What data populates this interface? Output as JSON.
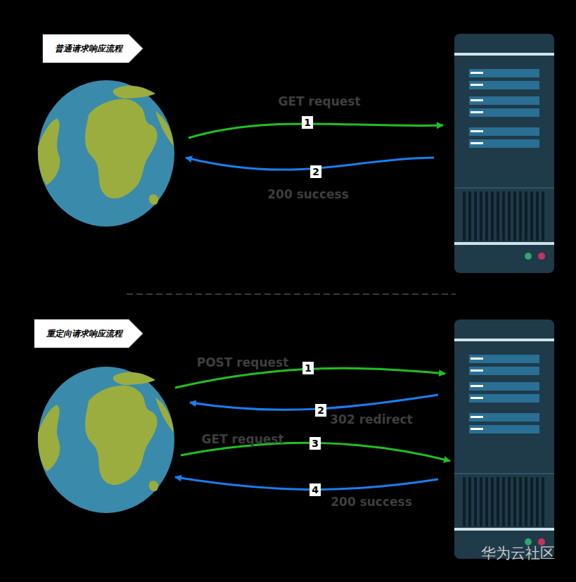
{
  "diagram": {
    "nodes": [
      {
        "text": [
          "普通请求响应流程"
        ]
      },
      {
        "text": [
          "重定向请求响应流程"
        ]
      }
    ],
    "labels": [
      "GET request",
      "1",
      "2",
      "200 success",
      "POST request",
      "1",
      "2",
      "302 redirect",
      "GET request",
      "3",
      "4",
      "200 success",
      "华为云社区"
    ]
  }
}
